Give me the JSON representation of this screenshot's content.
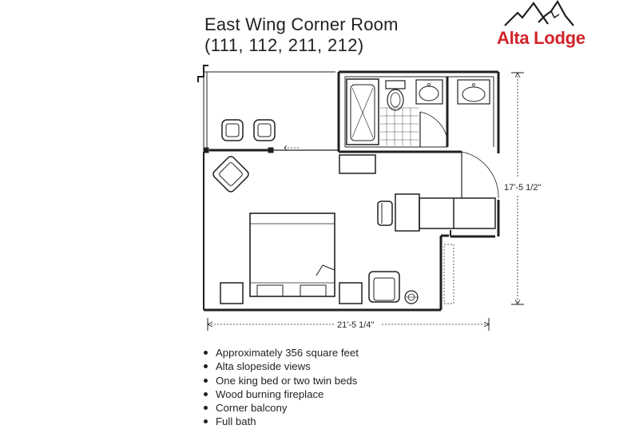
{
  "header": {
    "title": "East Wing Corner Room",
    "room_numbers": "(111, 112, 211, 212)"
  },
  "logo": {
    "text": "Alta Lodge",
    "mountain_icon": "mountain-peaks-icon",
    "brand_color": "#d2232a"
  },
  "plan": {
    "height_label": "17'-5 1/2\"",
    "width_label": "21'-5 1/4\""
  },
  "features": [
    "Approximately 356 square feet",
    "Alta slopeside views",
    "One king bed or two twin beds",
    "Wood burning fireplace",
    "Corner balcony",
    "Full bath"
  ]
}
